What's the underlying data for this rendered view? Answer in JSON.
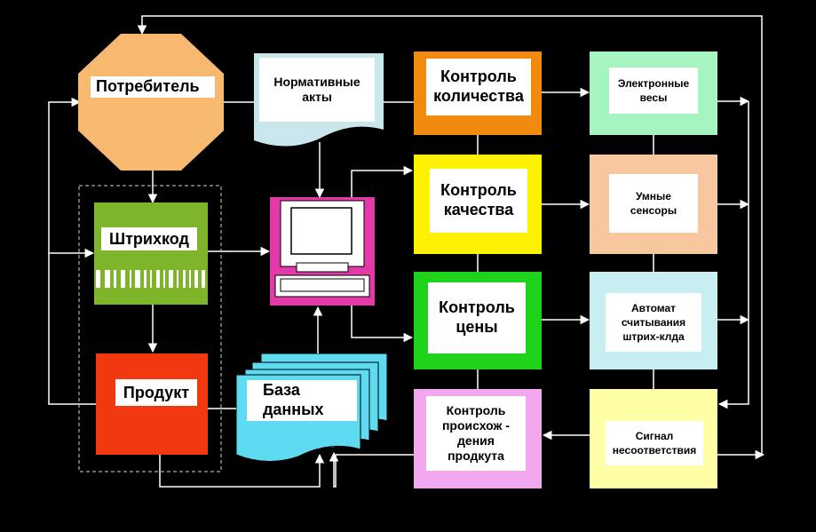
{
  "colors": {
    "consumer": "#F7B870",
    "barcode": "#7FB52A",
    "product": "#F2380E",
    "acts": "#C9E7EA",
    "computer": "#E23AA8",
    "database": "#5EDBF0",
    "qty_control": "#F38A10",
    "quality_control": "#FFF200",
    "price_control": "#1FD31A",
    "origin_control": "#F2A8EE",
    "scales": "#A6F4C0",
    "sensors": "#F7C7A0",
    "reader": "#C9EEF2",
    "signal": "#FFFFA8",
    "wire": "#FFFFFF"
  },
  "nodes": {
    "consumer": {
      "label": "Потребитель"
    },
    "normative_acts": {
      "label": "Нормативные\nакты"
    },
    "barcode": {
      "label": "Штрихкод"
    },
    "product": {
      "label": "Продукт"
    },
    "database": {
      "label": "База\nданных"
    },
    "qty_control": {
      "label": "Контроль\nколичества"
    },
    "quality_control": {
      "label": "Контроль\nкачества"
    },
    "price_control": {
      "label": "Контроль\nцены"
    },
    "origin_control": {
      "label": "Контроль\nпроисхож -\nдения\nпродкута"
    },
    "scales": {
      "label": "Электронные\nвесы"
    },
    "sensors": {
      "label": "Умные\nсенсоры"
    },
    "reader": {
      "label": "Автомат\nсчитывания\nштрих-клда"
    },
    "signal": {
      "label": "Сигнал\nнесоответствия"
    }
  }
}
